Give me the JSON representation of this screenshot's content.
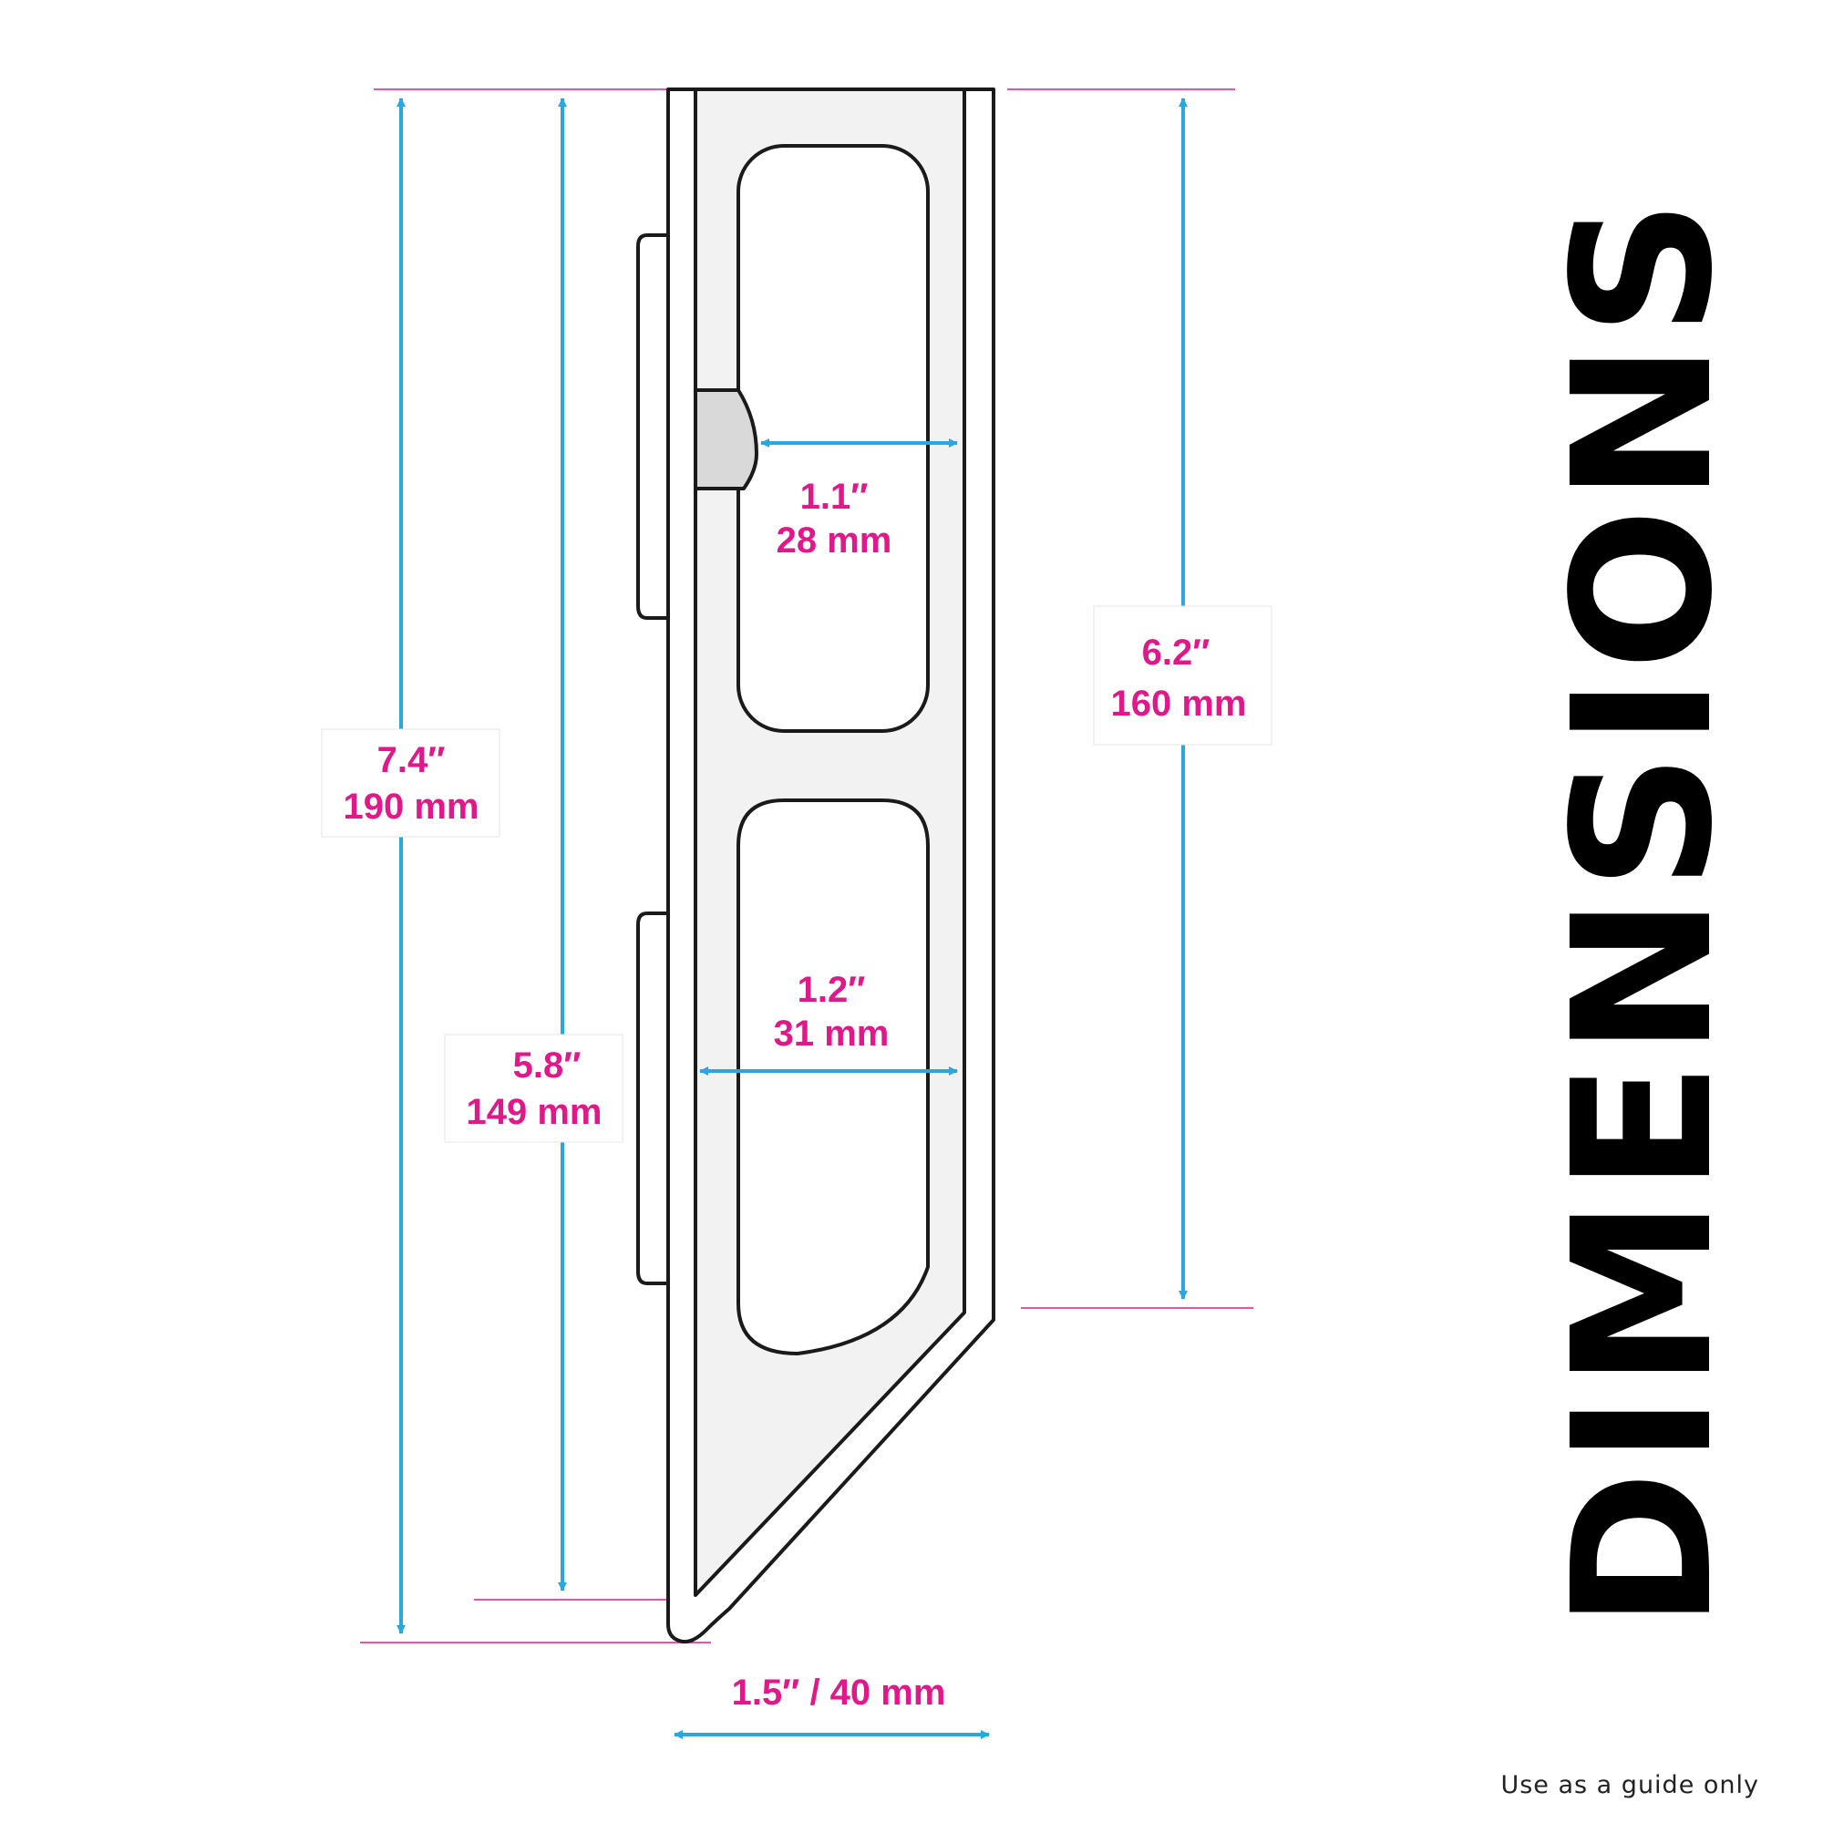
{
  "title": "DIMENSIONS",
  "note": "Use as a guide only",
  "colors": {
    "arrow": "#29a8e0",
    "label": "#e0198a",
    "guide": "#e0198a",
    "outline": "#1a1a1a",
    "fill": "#f2f2f2"
  },
  "dimensions": {
    "overall_height": {
      "inch": "7.4″",
      "mm": "190 mm"
    },
    "inner_height": {
      "inch": "5.8″",
      "mm": "149 mm"
    },
    "slot_height": {
      "inch": "6.2″",
      "mm": "160 mm"
    },
    "upper_gap": {
      "inch": "1.1″",
      "mm": "28 mm"
    },
    "lower_gap": {
      "inch": "1.2″",
      "mm": "31 mm"
    },
    "width": {
      "text": "1.5″ / 40 mm"
    }
  }
}
